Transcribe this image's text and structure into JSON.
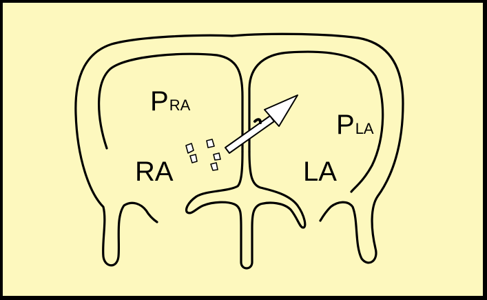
{
  "diagram": {
    "background_color": "#FDF8BE",
    "frame_color": "#000000",
    "labels": {
      "pra_main": "P",
      "pra_sub": "RA",
      "pla_main": "P",
      "pla_sub": "LA",
      "ra": "RA",
      "la": "LA"
    },
    "shapes": {
      "heart_outline": "atrial-outline",
      "septum": "interatrial-septum",
      "arrow": "shunt-arrow",
      "fragments": "bubble-fragments"
    }
  }
}
